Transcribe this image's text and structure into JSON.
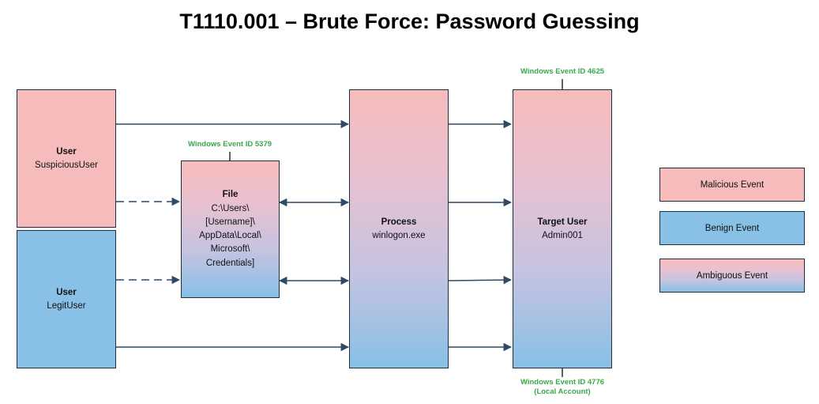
{
  "title": "T1110.001 – Brute Force: Password Guessing",
  "nodes": {
    "suspicious_user": {
      "type": "User",
      "name": "SuspiciousUser"
    },
    "legit_user": {
      "type": "User",
      "name": "LegitUser"
    },
    "file": {
      "type": "File",
      "path_lines": [
        "C:\\Users\\",
        "[Username]\\",
        "AppData\\Local\\",
        "Microsoft\\",
        "Credentials]"
      ]
    },
    "process": {
      "type": "Process",
      "name": "winlogon.exe"
    },
    "target_user": {
      "type": "Target User",
      "name": "Admin001"
    }
  },
  "events": {
    "file_event": "Windows Event ID 5379",
    "target_top_event": "Windows Event ID 4625",
    "target_bottom_event": [
      "Windows Event ID 4776",
      "(Local Account)"
    ]
  },
  "legend": {
    "malicious": "Malicious Event",
    "benign": "Benign Event",
    "ambiguous": "Ambiguous Event"
  },
  "colors": {
    "malicious": "#f6bcbb",
    "benign": "#88c0e6",
    "event_label": "#3aa94a",
    "connector": "#2e4a66"
  }
}
